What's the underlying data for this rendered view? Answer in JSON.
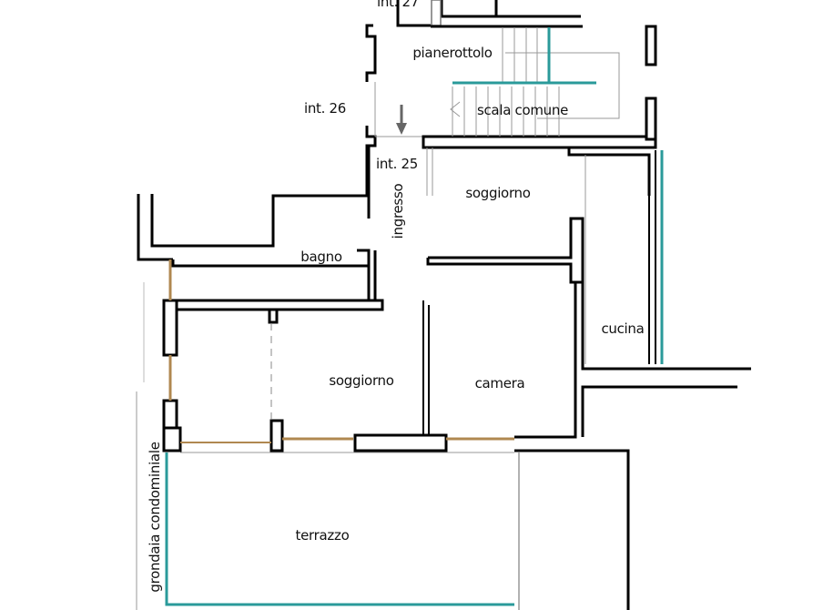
{
  "plan": {
    "labels": {
      "int27": "int. 27",
      "pianerottolo": "pianerottolo",
      "int26": "int. 26",
      "scala_comune": "scala comune",
      "int25": "int. 25",
      "soggiorno_top": "soggiorno",
      "ingresso": "ingresso",
      "bagno": "bagno",
      "cucina": "cucina",
      "soggiorno_bottom": "soggiorno",
      "camera": "camera",
      "terrazzo": "terrazzo",
      "grondaia": "grondaia condominiale"
    },
    "colors": {
      "wall": "#000000",
      "glass": "#2a9a9a",
      "window_frame": "#b08850",
      "thin_line": "#999999"
    }
  }
}
